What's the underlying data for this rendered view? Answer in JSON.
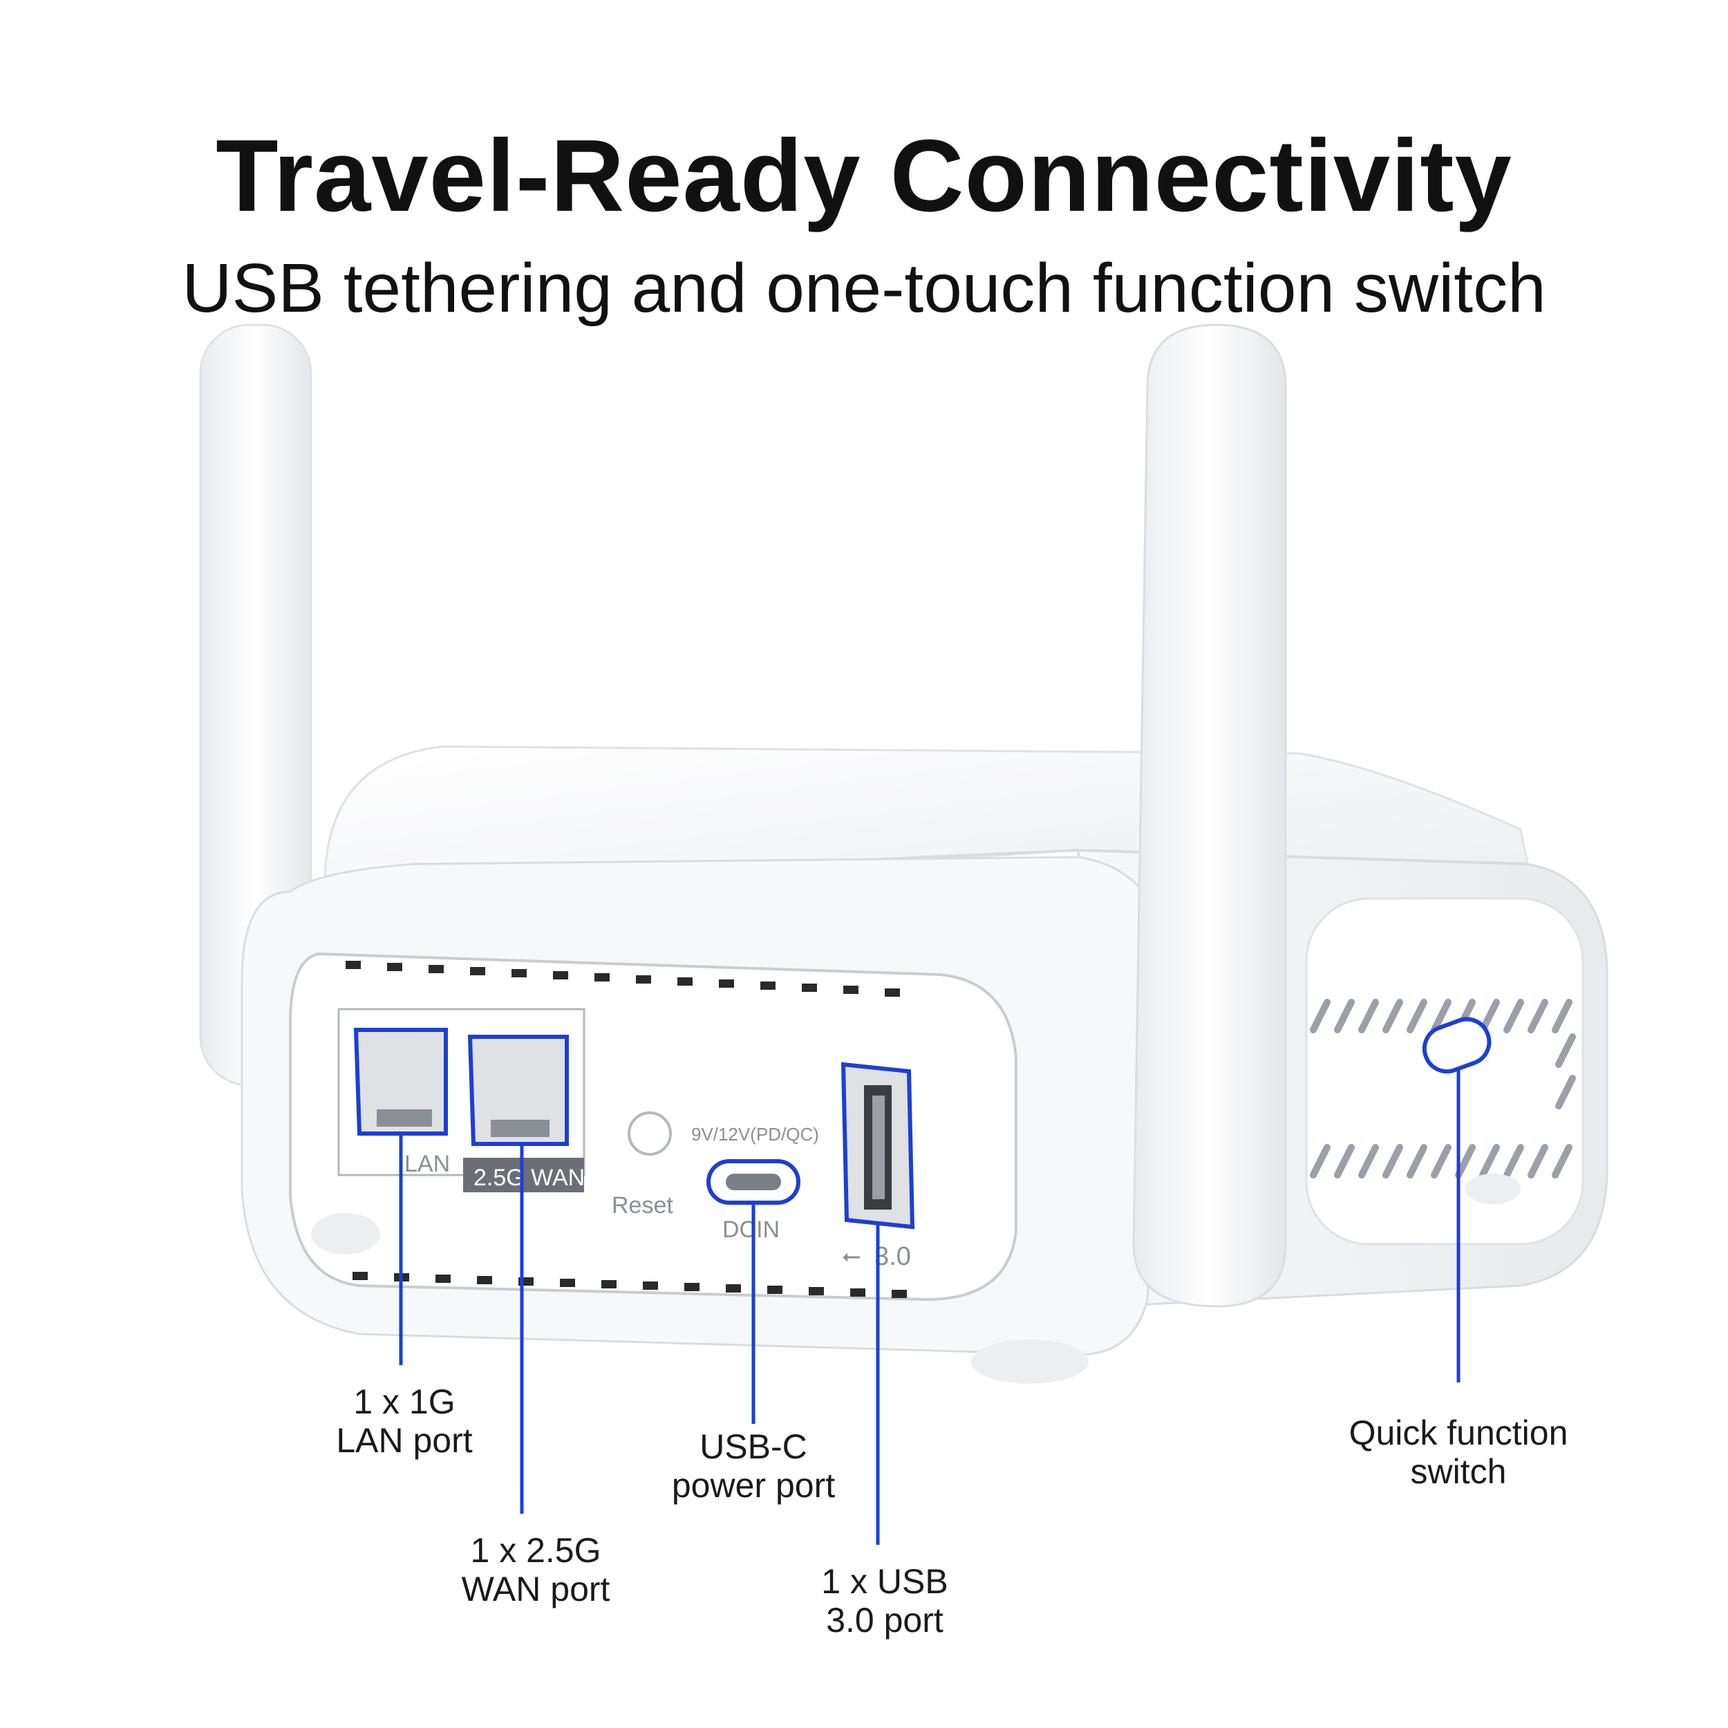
{
  "header": {
    "title": "Travel-Ready Connectivity",
    "subtitle": "USB tethering and one-touch function switch"
  },
  "device_labels": {
    "lan": "LAN",
    "wan": "2.5G WAN",
    "reset": "Reset",
    "power_spec": "9V/12V(PD/QC)",
    "dcin": "DCIN",
    "usb": "3.0"
  },
  "callouts": {
    "lan_port": {
      "line1": "1 x 1G",
      "line2": "LAN port"
    },
    "wan_port": {
      "line1": "1 x 2.5G",
      "line2": "WAN port"
    },
    "usbc_port": {
      "line1": "USB-C",
      "line2": "power port"
    },
    "usb_port": {
      "line1": "1 x USB",
      "line2": "3.0 port"
    },
    "quick_switch": {
      "line1": "Quick function",
      "line2": "switch"
    }
  },
  "colors": {
    "highlight": "#1b3fd6",
    "body": "#f4f5f7",
    "text": "#111111"
  }
}
